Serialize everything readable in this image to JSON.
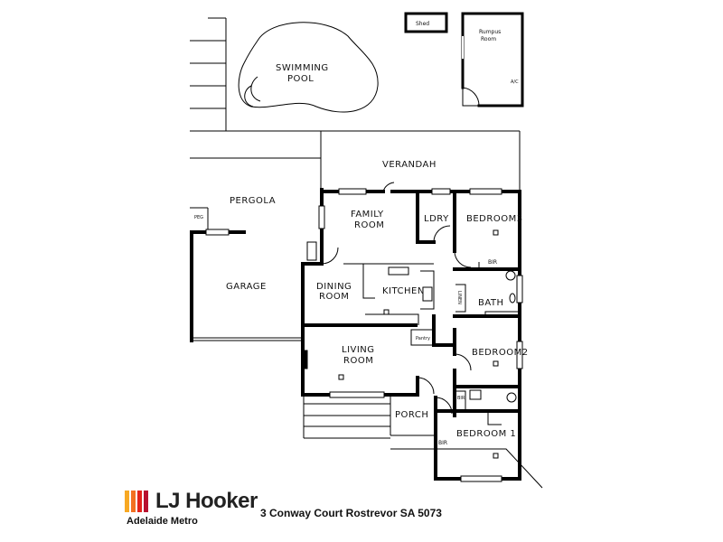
{
  "labels": {
    "shed": "Shed",
    "rumpus_line1": "Rumpus",
    "rumpus_line2": "Room",
    "rumpus_ac": "A/C",
    "pool_line1": "SWIMMING",
    "pool_line2": "POOL",
    "verandah": "VERANDAH",
    "pergola": "PERGOLA",
    "peg": "PEG",
    "garage": "GARAGE",
    "family_line1": "FAMILY",
    "family_line2": "ROOM",
    "ldry": "LDRY",
    "bedroom3": "BEDROOM3",
    "bir_top": "BIR",
    "dining_line1": "DINING",
    "dining_line2": "ROOM",
    "kitchen": "KITCHEN",
    "bath": "BATH",
    "linen": "LINEN",
    "pantry": "Pantry",
    "living_line1": "LIVING",
    "living_line2": "ROOM",
    "bedroom2": "BEDROOM2",
    "bir_mid": "BIR",
    "porch": "PORCH",
    "bir_low": "BIR",
    "bedroom1": "BEDROOM 1"
  },
  "brand": {
    "name": "LJ Hooker",
    "office": "Adelaide Metro",
    "logo_colors": [
      "#f7a823",
      "#f37021",
      "#e2231a",
      "#b8102f"
    ]
  },
  "address": "3 Conway Court Rostrevor SA 5073"
}
